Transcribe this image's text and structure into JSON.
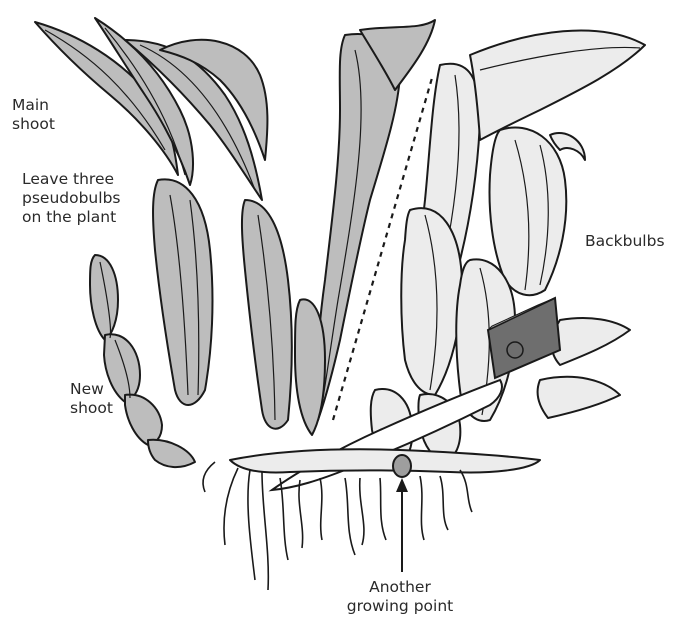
{
  "labels": {
    "main_shoot": [
      "Main",
      "shoot"
    ],
    "leave_three": [
      "Leave three",
      "pseudobulbs",
      "on the plant"
    ],
    "new_shoot": [
      "New",
      "shoot"
    ],
    "backbulbs": [
      "Backbulbs"
    ],
    "growing_point": [
      "Another",
      "growing point"
    ]
  },
  "colors": {
    "leaf_fill": "#bdbdbd",
    "leaf_dark": "#9e9e9e",
    "leaf_light": "#ececec",
    "outline": "#1a1a1a",
    "knife_handle": "#6e6e6e"
  },
  "icons": {
    "knife": "knife-icon",
    "cut_line": "dashed-cut-line-icon"
  }
}
